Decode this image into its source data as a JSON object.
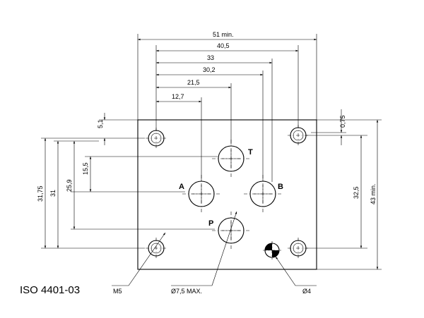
{
  "standard": "ISO 4401-03",
  "ports": {
    "t": "T",
    "a": "A",
    "b": "B",
    "p": "P"
  },
  "dimensions": {
    "d51": "51 min.",
    "d40_5": "40,5",
    "d33": "33",
    "d30_2": "30,2",
    "d21_5": "21,5",
    "d12_7": "12,7",
    "d5_1": "5,1",
    "d0_75": "0,75",
    "d15_5": "15,5",
    "d25_9": "25,9",
    "d31": "31",
    "d31_75": "31,75",
    "d32_5": "32,5",
    "d43": "43 min."
  },
  "callouts": {
    "m5": "M5",
    "port_dia": "Ø7,5 MAX.",
    "pin_dia": "Ø4"
  },
  "colors": {
    "line": "#000000",
    "background": "#ffffff"
  }
}
